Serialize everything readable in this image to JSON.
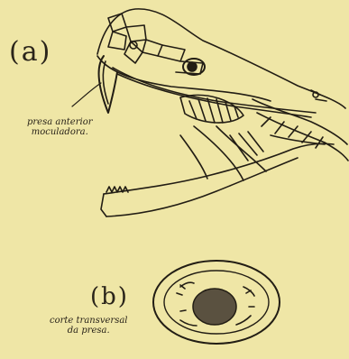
{
  "figure": {
    "label_a": "(a)",
    "label_b": "(b)",
    "caption_a": [
      "presa anterior",
      "moculadora."
    ],
    "caption_b": [
      "corte transversal",
      "da presa."
    ]
  }
}
